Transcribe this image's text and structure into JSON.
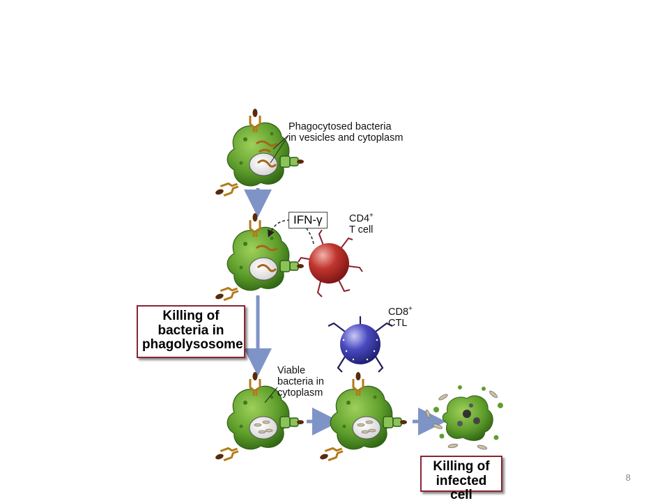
{
  "labels": {
    "phagocytosed": [
      "Phagocytosed bacteria",
      "in vesicles and cytoplasm"
    ],
    "ifn": "IFN-γ",
    "cd4": {
      "name": "CD4",
      "sup": "+",
      "line2": "T cell"
    },
    "cd8": {
      "name": "CD8",
      "sup": "+",
      "line2": "CTL"
    },
    "viable": [
      "Viable",
      "bacteria in",
      "cytoplasm"
    ]
  },
  "boxes": {
    "phagolysosome": [
      "Killing of",
      "bacteria in",
      "phagolysosome"
    ],
    "infected": [
      "Killing of",
      "infected cell"
    ]
  },
  "page_number": "8",
  "colors": {
    "macrophage": "#5f9e2c",
    "cd4_cell": "#b22a2a",
    "cd8_cell": "#3a3aa8",
    "arrow": "#7f94c6",
    "box_border": "#8a2432"
  }
}
